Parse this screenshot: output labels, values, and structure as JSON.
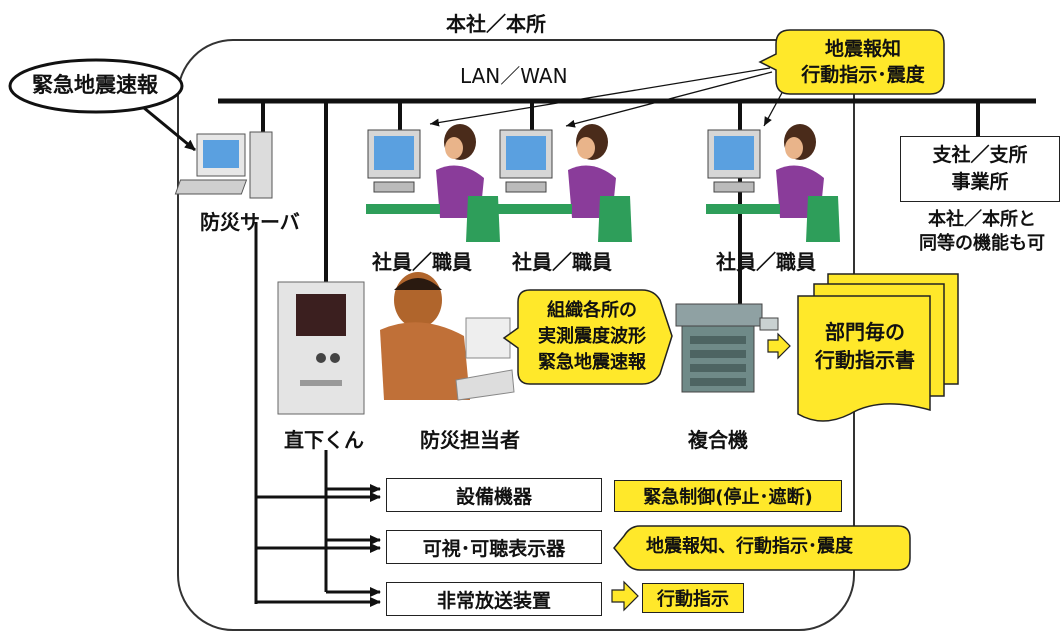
{
  "head_office": "本社／本所",
  "network": "LAN／WAN",
  "eew_source": "緊急地震速報",
  "callout_top": {
    "line1": "地震報知",
    "line2": "行動指示･震度"
  },
  "branch": {
    "line1": "支社／支所",
    "line2": "事業所",
    "note1": "本社／本所と",
    "note2": "同等の機能も可"
  },
  "server_label": "防災サーバ",
  "staff_label": "社員／職員",
  "device_label": "直下くん",
  "manager_label": "防災担当者",
  "mfp_label": "複合機",
  "callout_mid": {
    "line1": "組織各所の",
    "line2": "実測震度波形",
    "line3": "緊急地震速報"
  },
  "doc": {
    "line1": "部門毎の",
    "line2": "行動指示書"
  },
  "outputs": [
    {
      "device": "設備機器",
      "action": "緊急制御(停止･遮断)"
    },
    {
      "device": "可視･可聴表示器",
      "action": "地震報知、行動指示･震度"
    },
    {
      "device": "非常放送装置",
      "action": "行動指示"
    }
  ],
  "colors": {
    "yellow": "#ffe82a",
    "monitor": "#5aa0e0",
    "chair": "#2e9e5a",
    "shirt": "#8a3c9a"
  }
}
